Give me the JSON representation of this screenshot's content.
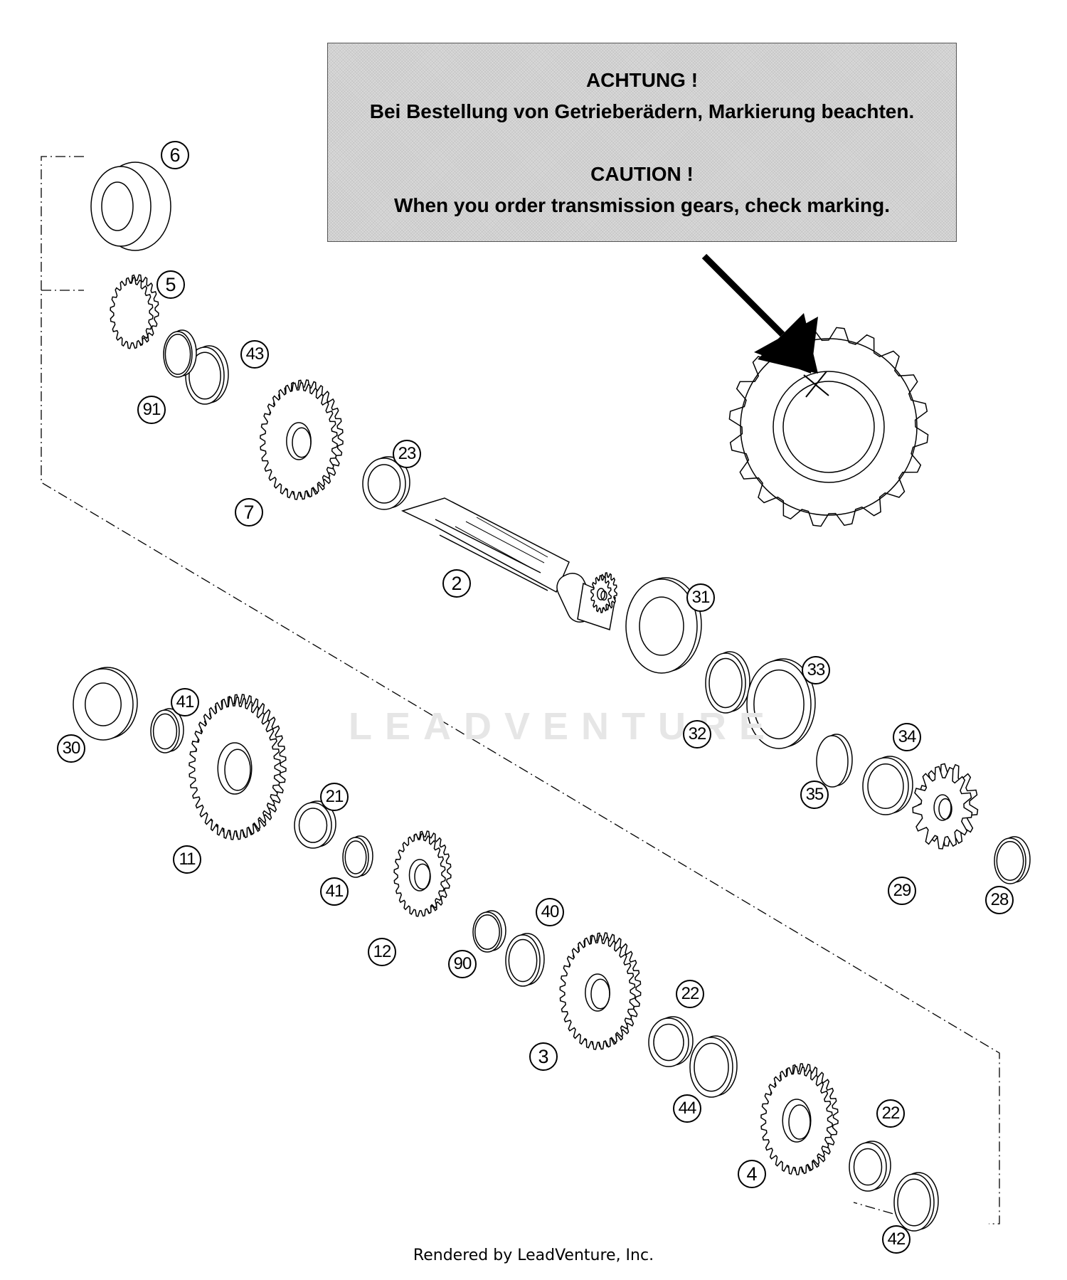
{
  "caution_box": {
    "de_heading": "ACHTUNG !",
    "de_text": "Bei Bestellung von Getrieberädern, Markierung beachten.",
    "en_heading": "CAUTION !",
    "en_text": "When you order transmission gears, check marking."
  },
  "watermark": "LEADVENTURE",
  "part_callouts": [
    "6",
    "5",
    "43",
    "91",
    "7",
    "23",
    "2",
    "31",
    "32",
    "33",
    "34",
    "35",
    "29",
    "28",
    "30",
    "41",
    "11",
    "21",
    "41",
    "12",
    "90",
    "40",
    "3",
    "22",
    "44",
    "4",
    "22",
    "42"
  ],
  "footer": "Rendered by LeadVenture, Inc."
}
